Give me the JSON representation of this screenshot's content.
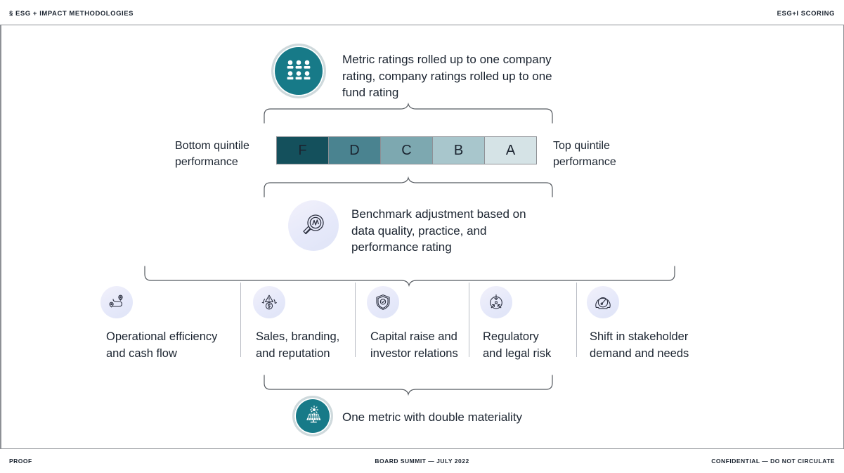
{
  "header": {
    "left_label": "§ ESG + IMPACT METHODOLOGIES",
    "right_label": "ESG+I SCORING"
  },
  "footer": {
    "left_label": "PROOF",
    "center_label": "BOARD SUMMIT — JULY 2022",
    "right_label": "CONFIDENTIAL — DO NOT CIRCULATE"
  },
  "colors": {
    "teal_icon": "#177a88",
    "rule": "#8e9196",
    "text": "#1b2430",
    "lavender_icon_bg": "#e7eaf9",
    "grade_f": "#14505c",
    "grade_d": "#4a8390",
    "grade_c": "#7da8b0",
    "grade_b": "#a8c6cc",
    "grade_a": "#d5e3e6"
  },
  "top_block": {
    "icon_name": "people-grid-icon",
    "text": "Metric ratings rolled up to one company rating, company ratings rolled up to one fund rating"
  },
  "scale": {
    "left_label": "Bottom quintile performance",
    "right_label": "Top quintile performance",
    "cells": [
      {
        "grade": "F",
        "color": "#14505c"
      },
      {
        "grade": "D",
        "color": "#4a8390"
      },
      {
        "grade": "C",
        "color": "#7da8b0"
      },
      {
        "grade": "B",
        "color": "#a8c6cc"
      },
      {
        "grade": "A",
        "color": "#d5e3e6"
      }
    ]
  },
  "benchmark_block": {
    "icon_name": "magnifier-chart-icon",
    "text": "Benchmark adjustment based on data quality, practice, and performance rating"
  },
  "categories": [
    {
      "icon_name": "route-pins-icon",
      "line1": "Operational efficiency",
      "line2": "and cash flow"
    },
    {
      "icon_name": "warning-dollar-icon",
      "line1": "Sales, branding,",
      "line2": "and reputation"
    },
    {
      "icon_name": "shield-check-icon",
      "line1": "Capital raise and",
      "line2": "investor relations"
    },
    {
      "icon_name": "target-arrows-icon",
      "line1": "Regulatory",
      "line2": "and legal risk"
    },
    {
      "icon_name": "gauge-icon",
      "line1": "Shift  in stakeholder",
      "line2": "demand and needs"
    }
  ],
  "bottom_block": {
    "icon_name": "solar-panel-icon",
    "text": "One metric with double materiality"
  }
}
